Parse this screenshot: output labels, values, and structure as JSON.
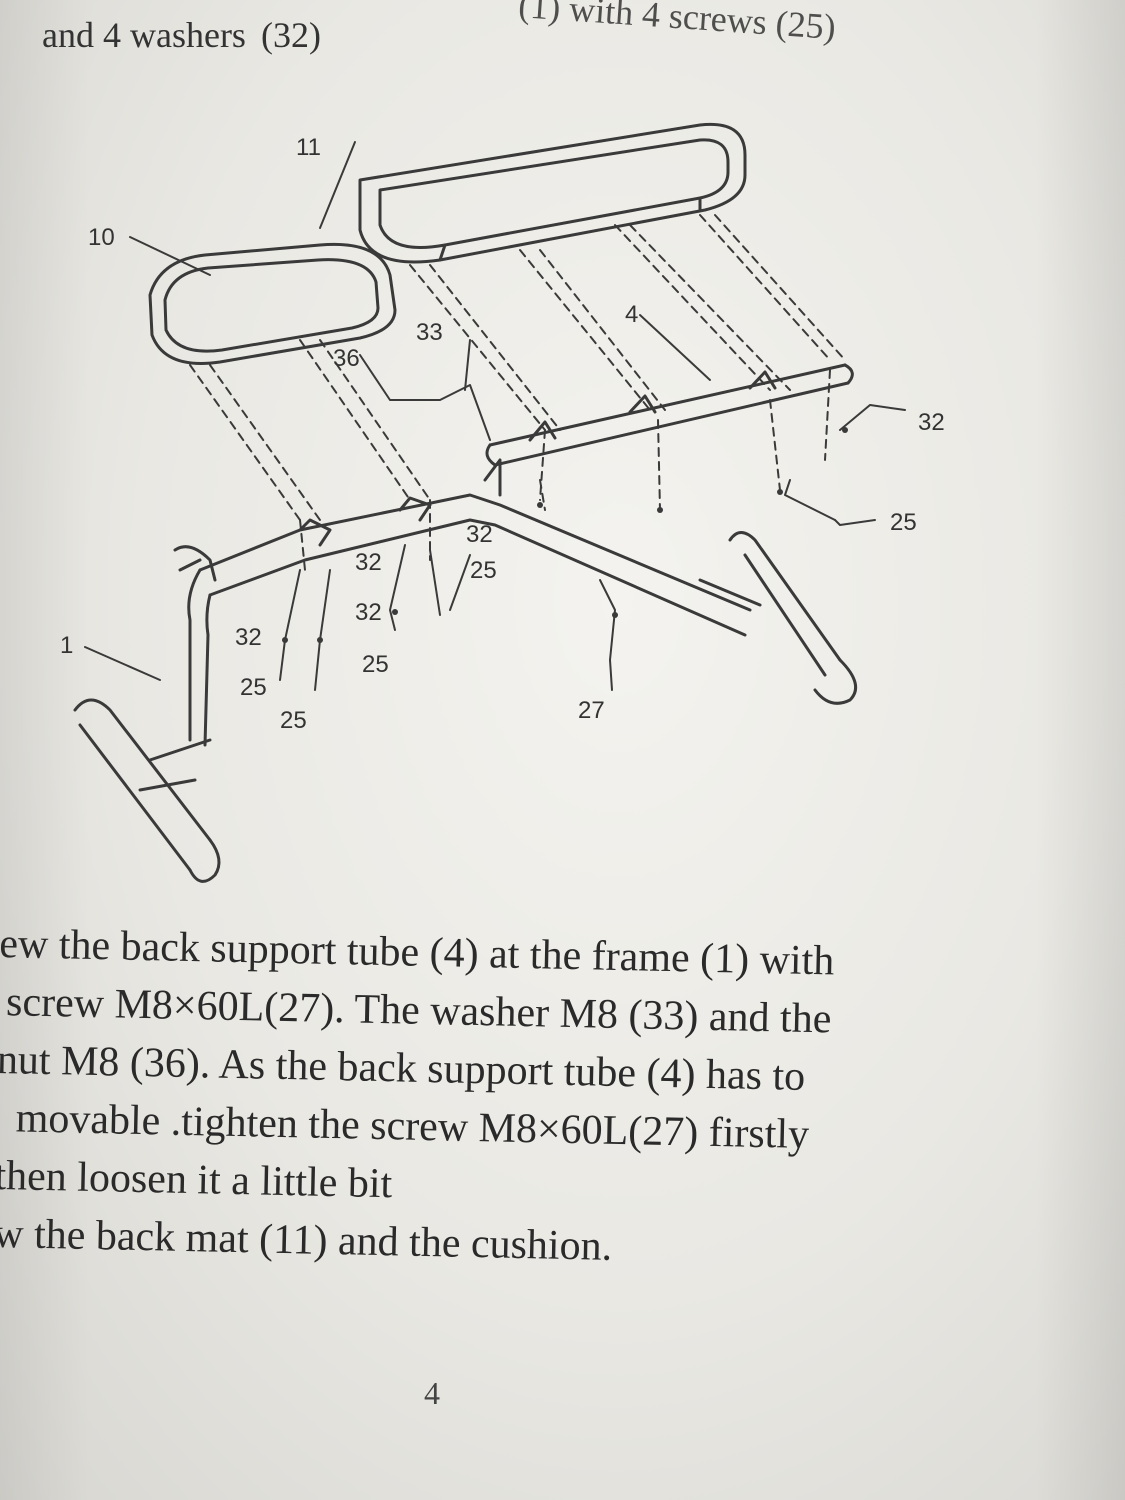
{
  "header": {
    "line1": "(1) with 4 screws (25)",
    "line2_a": "and 4 washers",
    "line2_b": "(32)"
  },
  "diagram": {
    "labels": {
      "p11": "11",
      "p10": "10",
      "p33": "33",
      "p4": "4",
      "p36": "36",
      "p32_right": "32",
      "p25_right": "25",
      "p32_center": "32",
      "p25_center": "25",
      "p32_mid_a": "32",
      "p32_mid_b": "32",
      "p1": "1",
      "p32_left": "32",
      "p25_left_a": "25",
      "p25_left_b": "25",
      "p25_mid": "25",
      "p27": "27"
    }
  },
  "body": {
    "lines": [
      "ew the back support tube (4) at the frame (1) with",
      "screw M8×60L(27). The washer M8 (33) and the",
      "nut M8 (36). As the back support tube (4) has to",
      "movable .tighten the screw M8×60L(27) firstly",
      "then loosen it a little bit",
      "w the back mat (11) and the cushion."
    ]
  },
  "page_number": "4"
}
